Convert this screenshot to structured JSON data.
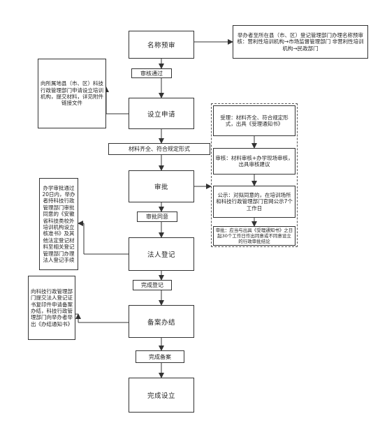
{
  "steps": {
    "name_approval": "名称预审",
    "setup_application": "设立申请",
    "review": "审批",
    "legal_registration": "法人登记",
    "filing": "备案办结",
    "complete_setup": "完成设立"
  },
  "transitions": {
    "review_passed": "审核通过",
    "materials_complete": "材料齐全、符合规定形式",
    "approval_agreed": "审批同意",
    "registration_complete": "完成登记",
    "filing_complete": "完成备案"
  },
  "notes": {
    "name_approval_note": "举办者至所在县（市、区）登记管理部门办理名称预审核：营利性培训机构→市场监督管理部门 非营利性培训机构→民政部门",
    "setup_note": "向所属地县（市、区）科技行政管理部门申请设立培训机构，提交材料，详见附件链接文件",
    "legal_note": "办学审批通过20日内，举办者持科技行政管理部门审批同意的《安徽省科技类校外培训机构设立核准书》及其他法定登记材料至相关登记管理部门办理法人登记手续",
    "filing_note": "向科技行政管理部门提交法人登记证书复印件申请备案办结，科技行政管理部门向举办者举出《办结通知书》",
    "acceptance": "受理：材料齐全、符合规定形式，出具《受理通知书》",
    "material_review": "审核：材料审核+办学现场审核，出具审核建议",
    "publicity": "公示：对拟同意的，在培训场所和科技行政管理部门官网公示7个工作日",
    "approval_decision": "审批：应当与出具《受理通知书》之日起30个工作日作出同意或不同意设立的行政审批结论"
  }
}
